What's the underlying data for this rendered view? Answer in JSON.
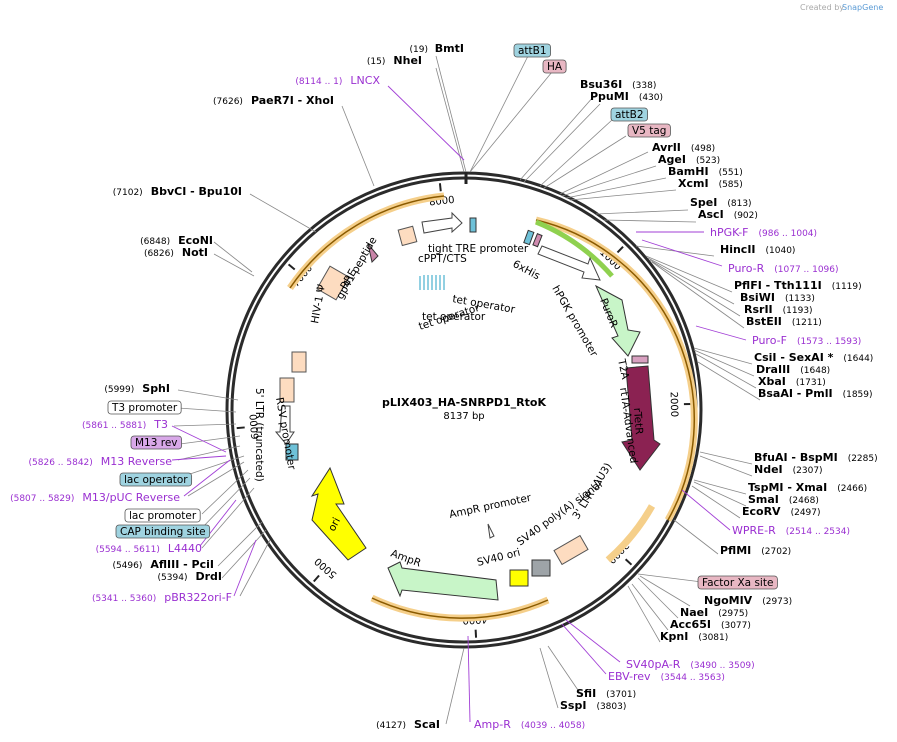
{
  "app": {
    "created_by": "Created by",
    "brand": "SnapGene"
  },
  "plasmid": {
    "name": "pLIX403_HA-SNRPD1_RtoK",
    "length_label": "8137 bp",
    "length": 8137
  },
  "colors": {
    "enzyme": "#000000",
    "primer": "#9a2fd1",
    "leader": "#888888",
    "purple_leader": "#a23fd6",
    "ring": "#2b2b2b",
    "arc": "#f5b041"
  },
  "ticks": [
    {
      "pos": 1000,
      "label": "1000"
    },
    {
      "pos": 2000,
      "label": "2000"
    },
    {
      "pos": 3000,
      "label": "3000"
    },
    {
      "pos": 4000,
      "label": "4000"
    },
    {
      "pos": 5000,
      "label": "5000"
    },
    {
      "pos": 6000,
      "label": "6000"
    },
    {
      "pos": 7000,
      "label": "7000"
    },
    {
      "pos": 8000,
      "label": "8000"
    }
  ],
  "enzymes_right": [
    {
      "name": "BmtI",
      "site": "(19)",
      "pos": 19
    },
    {
      "name": "Bsu36I",
      "site": "(338)",
      "pos": 338
    },
    {
      "name": "PpuMI",
      "site": "(430)",
      "pos": 430
    },
    {
      "name": "AvrII",
      "site": "(498)",
      "pos": 498
    },
    {
      "name": "AgeI",
      "site": "(523)",
      "pos": 523
    },
    {
      "name": "BamHI",
      "site": "(551)",
      "pos": 551
    },
    {
      "name": "XcmI",
      "site": "(585)",
      "pos": 585
    },
    {
      "name": "SpeI",
      "site": "(813)",
      "pos": 813
    },
    {
      "name": "AscI",
      "site": "(902)",
      "pos": 902
    },
    {
      "name": "HincII",
      "site": "(1040)",
      "pos": 1040
    },
    {
      "name": "PflFI - Tth111I",
      "site": "(1119)",
      "pos": 1119
    },
    {
      "name": "BsiWI",
      "site": "(1133)",
      "pos": 1133
    },
    {
      "name": "RsrII",
      "site": "(1193)",
      "pos": 1193
    },
    {
      "name": "BstEII",
      "site": "(1211)",
      "pos": 1211
    },
    {
      "name": "CsiI - SexAI *",
      "site": "(1644)",
      "pos": 1644
    },
    {
      "name": "DraIII",
      "site": "(1648)",
      "pos": 1648
    },
    {
      "name": "XbaI",
      "site": "(1731)",
      "pos": 1731
    },
    {
      "name": "BsaAI - PmlI",
      "site": "(1859)",
      "pos": 1859
    },
    {
      "name": "BfuAI - BspMI",
      "site": "(2285)",
      "pos": 2285
    },
    {
      "name": "NdeI",
      "site": "(2307)",
      "pos": 2307
    },
    {
      "name": "TspMI - XmaI",
      "site": "(2466)",
      "pos": 2466
    },
    {
      "name": "SmaI",
      "site": "(2468)",
      "pos": 2468
    },
    {
      "name": "EcoRV",
      "site": "(2497)",
      "pos": 2497
    },
    {
      "name": "PflMI",
      "site": "(2702)",
      "pos": 2702
    },
    {
      "name": "NgoMIV",
      "site": "(2973)",
      "pos": 2973
    },
    {
      "name": "NaeI",
      "site": "(2975)",
      "pos": 2975
    },
    {
      "name": "Acc65I",
      "site": "(3077)",
      "pos": 3077
    },
    {
      "name": "KpnI",
      "site": "(3081)",
      "pos": 3081
    },
    {
      "name": "SfiI",
      "site": "(3701)",
      "pos": 3701
    },
    {
      "name": "SspI",
      "site": "(3803)",
      "pos": 3803
    }
  ],
  "enzymes_left": [
    {
      "name": "NheI",
      "site": "(15)",
      "pos": 15
    },
    {
      "name": "PaeR7I - XhoI",
      "site": "(7626)",
      "pos": 7626
    },
    {
      "name": "BbvCI - Bpu10I",
      "site": "(7102)",
      "pos": 7102
    },
    {
      "name": "EcoNI",
      "site": "(6848)",
      "pos": 6848
    },
    {
      "name": "NotI",
      "site": "(6826)",
      "pos": 6826
    },
    {
      "name": "SphI",
      "site": "(5999)",
      "pos": 5999
    },
    {
      "name": "AflIII - PciI",
      "site": "(5496)",
      "pos": 5496
    },
    {
      "name": "DrdI",
      "site": "(5394)",
      "pos": 5394
    },
    {
      "name": "ScaI",
      "site": "(4127)",
      "pos": 4127
    }
  ],
  "primers": [
    {
      "name": "LNCX",
      "range": "(8114 .. 1)"
    },
    {
      "name": "hPGK-F",
      "range": "(986 .. 1004)"
    },
    {
      "name": "Puro-R",
      "range": "(1077 .. 1096)"
    },
    {
      "name": "Puro-F",
      "range": "(1573 .. 1593)"
    },
    {
      "name": "WPRE-R",
      "range": "(2514 .. 2534)"
    },
    {
      "name": "SV40pA-R",
      "range": "(3490 .. 3509)"
    },
    {
      "name": "EBV-rev",
      "range": "(3544 .. 3563)"
    },
    {
      "name": "Amp-R",
      "range": "(4039 .. 4058)"
    },
    {
      "name": "T3",
      "range": "(5861 .. 5881)"
    },
    {
      "name": "M13 Reverse",
      "range": "(5826 .. 5842)"
    },
    {
      "name": "M13/pUC Reverse",
      "range": "(5807 .. 5829)"
    },
    {
      "name": "L4440",
      "range": "(5594 .. 5611)"
    },
    {
      "name": "pBR322ori-F",
      "range": "(5341 .. 5360)"
    }
  ],
  "boxed_labels": [
    {
      "name": "attB1",
      "color": "#9fd3e0"
    },
    {
      "name": "HA",
      "color": "#e8b7c3"
    },
    {
      "name": "attB2",
      "color": "#9fd3e0"
    },
    {
      "name": "V5 tag",
      "color": "#e8b7c3"
    },
    {
      "name": "Factor Xa site",
      "color": "#e8b7c3"
    },
    {
      "name": "T3 promoter",
      "color": "#ffffff"
    },
    {
      "name": "M13 rev",
      "color": "#d8a8e8"
    },
    {
      "name": "lac operator",
      "color": "#9fd3e0"
    },
    {
      "name": "lac promoter",
      "color": "#ffffff"
    },
    {
      "name": "CAP binding site",
      "color": "#9fd3e0"
    }
  ],
  "features": [
    {
      "name": "tight TRE promoter"
    },
    {
      "name": "cPPT/CTS"
    },
    {
      "name": "6xHis"
    },
    {
      "name": "hPGK promoter"
    },
    {
      "name": "PuroR"
    },
    {
      "name": "T2A"
    },
    {
      "name": "rtTA-Advanced"
    },
    {
      "name": "rTetR"
    },
    {
      "name": "tet operator"
    },
    {
      "name": "tet operator"
    },
    {
      "name": "tet operator"
    },
    {
      "name": "RRE"
    },
    {
      "name": "gp41 peptide"
    },
    {
      "name": "HIV-1 Ψ"
    },
    {
      "name": "5' LTR (truncated)"
    },
    {
      "name": "RSV promoter"
    },
    {
      "name": "AmpR promoter"
    },
    {
      "name": "3' LTR (ΔU3)"
    },
    {
      "name": "SV40 poly(A) signal"
    },
    {
      "name": "SV40 ori"
    },
    {
      "name": "AmpR"
    },
    {
      "name": "ori"
    }
  ]
}
